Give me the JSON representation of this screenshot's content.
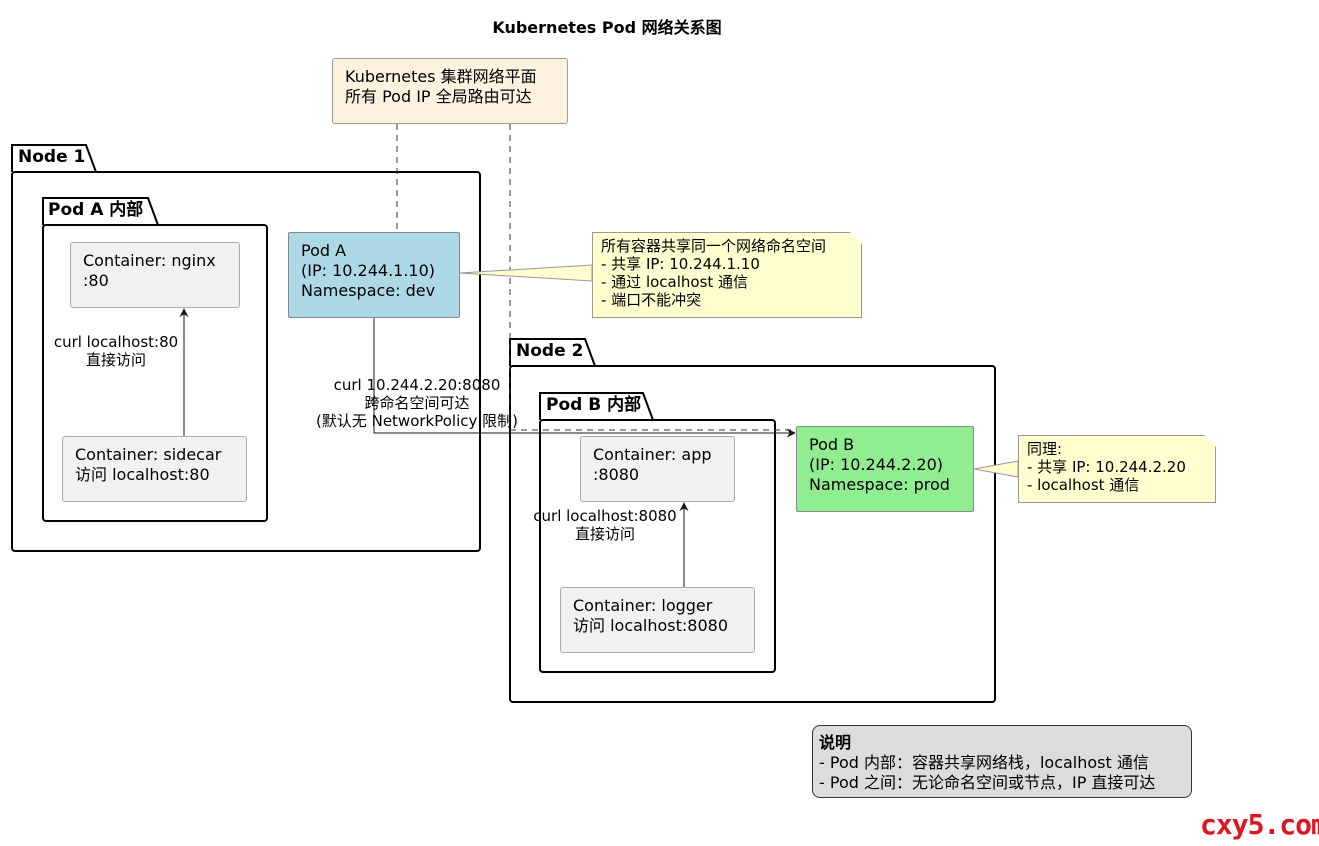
{
  "title": "Kubernetes Pod 网络关系图",
  "network_plane": {
    "line1": "Kubernetes 集群网络平面",
    "line2": "所有 Pod IP 全局路由可达"
  },
  "node1": {
    "label": "Node 1"
  },
  "node2": {
    "label": "Node 2"
  },
  "pod_a_group": {
    "label": "Pod A 内部"
  },
  "pod_b_group": {
    "label": "Pod B 内部"
  },
  "pod_a": {
    "line1": "Pod A",
    "line2": "(IP: 10.244.1.10)",
    "line3": "Namespace: dev",
    "color": "#add8e6"
  },
  "pod_b": {
    "line1": "Pod B",
    "line2": "(IP: 10.244.2.20)",
    "line3": "Namespace: prod",
    "color": "#90ee90"
  },
  "containers": {
    "nginx": {
      "line1": "Container: nginx",
      "line2": ":80"
    },
    "sidecar": {
      "line1": "Container: sidecar",
      "line2": "访问 localhost:80"
    },
    "app": {
      "line1": "Container: app",
      "line2": ":8080"
    },
    "logger": {
      "line1": "Container: logger",
      "line2": "访问 localhost:8080"
    }
  },
  "edges": {
    "sidecar_to_nginx": {
      "line1": "curl localhost:80",
      "line2": "直接访问"
    },
    "logger_to_app": {
      "line1": "curl localhost:8080",
      "line2": "直接访问"
    },
    "pod_a_to_pod_b": {
      "line1": "curl 10.244.2.20:8080",
      "line2": "跨命名空间可达",
      "line3": "(默认无 NetworkPolicy 限制)"
    }
  },
  "note_a": {
    "line1": "所有容器共享同一个网络命名空间",
    "line2": "- 共享 IP: 10.244.1.10",
    "line3": "- 通过 localhost 通信",
    "line4": "- 端口不能冲突"
  },
  "note_b": {
    "line1": "同理:",
    "line2": "- 共享 IP: 10.244.2.20",
    "line3": "- localhost 通信"
  },
  "legend": {
    "heading": "说明",
    "line1": "- Pod 内部：容器共享网络栈，localhost 通信",
    "line2": "- Pod 之间：无论命名空间或节点，IP 直接可达"
  },
  "watermark": "cxy5.com"
}
